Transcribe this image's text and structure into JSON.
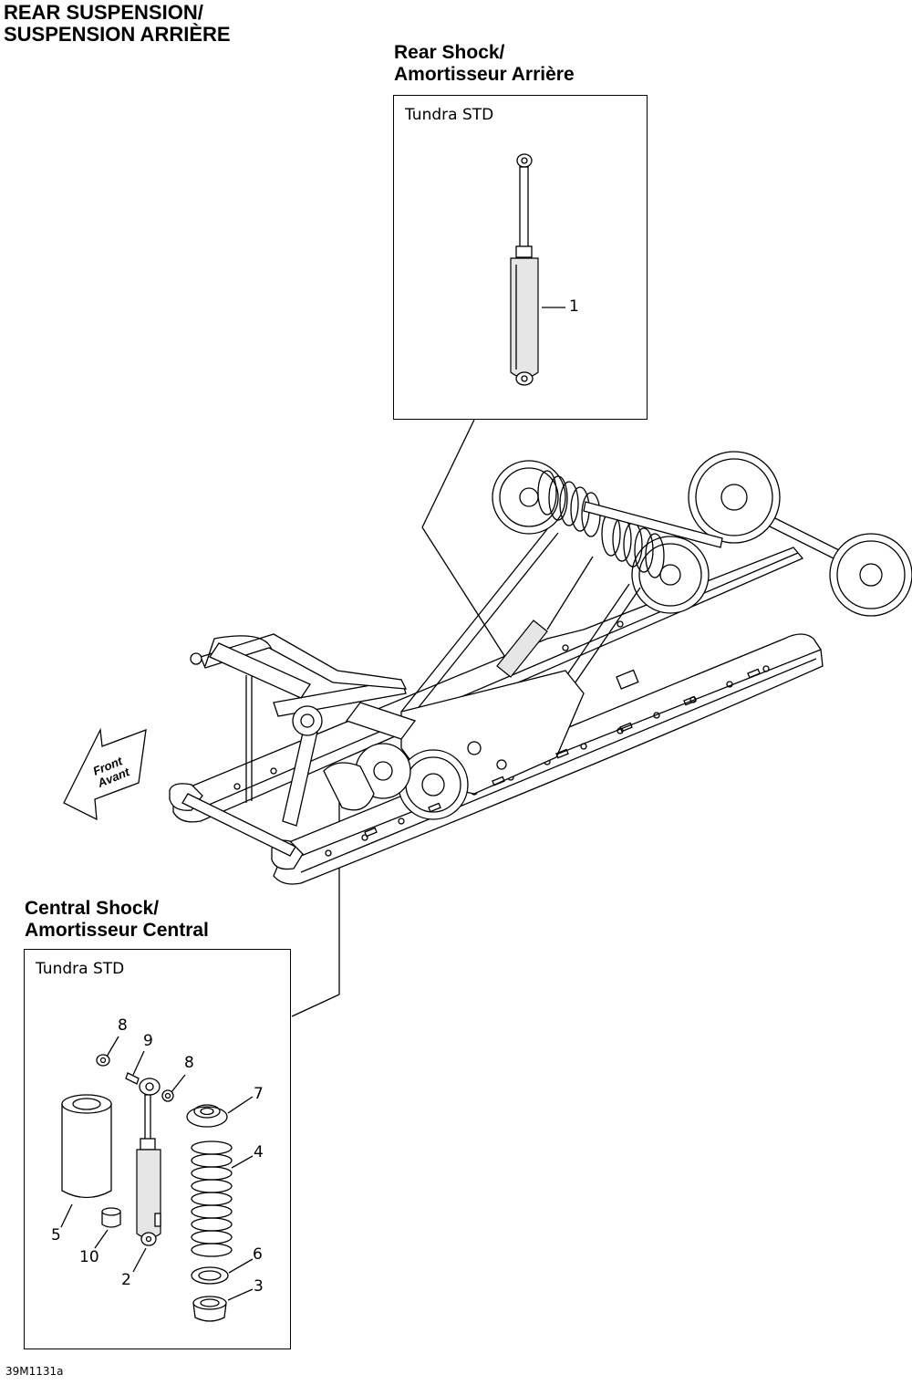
{
  "page": {
    "title_line1": "REAR SUSPENSION/",
    "title_line2": "SUSPENSION ARRIÈRE",
    "figure_id": "39M1131a"
  },
  "rear_shock": {
    "title_line1": "Rear Shock/",
    "title_line2": "Amortisseur Arrière",
    "model": "Tundra STD",
    "callouts": [
      "1"
    ]
  },
  "central_shock": {
    "title_line1": "Central Shock/",
    "title_line2": "Amortisseur Central",
    "model": "Tundra STD",
    "callouts": [
      "8",
      "9",
      "8",
      "7",
      "4",
      "5",
      "10",
      "6",
      "2",
      "3"
    ]
  },
  "direction_arrow": {
    "line1": "Front",
    "line2": "Avant"
  }
}
